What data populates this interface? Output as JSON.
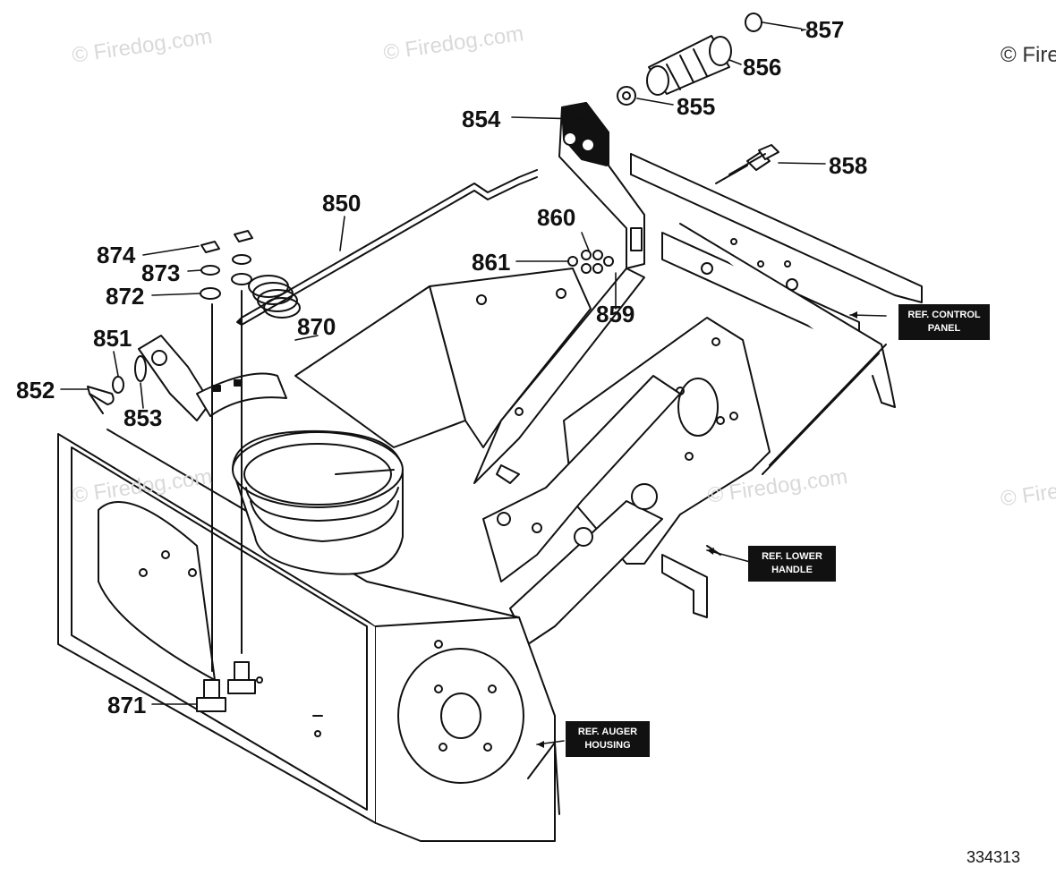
{
  "watermarks": [
    "© Firedog.com",
    "© Firedog.com",
    "© Fire",
    "© Firedog.com",
    "© Firedog.com",
    "© Fire"
  ],
  "part_labels": {
    "p857": "857",
    "p856": "856",
    "p855": "855",
    "p854": "854",
    "p858": "858",
    "p850": "850",
    "p860": "860",
    "p874": "874",
    "p861": "861",
    "p873": "873",
    "p872": "872",
    "p859": "859",
    "p870": "870",
    "p851": "851",
    "p852": "852",
    "p853": "853",
    "p871": "871"
  },
  "ref_boxes": {
    "control_panel": "REF. CONTROL\nPANEL",
    "lower_handle": "REF. LOWER\nHANDLE",
    "auger_housing": "REF. AUGER\nHOUSING"
  },
  "figure_number": "334313",
  "colors": {
    "line": "#111111",
    "fill": "#ffffff",
    "shade": "#cfcfcf",
    "watermark": "#d9d9d9"
  }
}
